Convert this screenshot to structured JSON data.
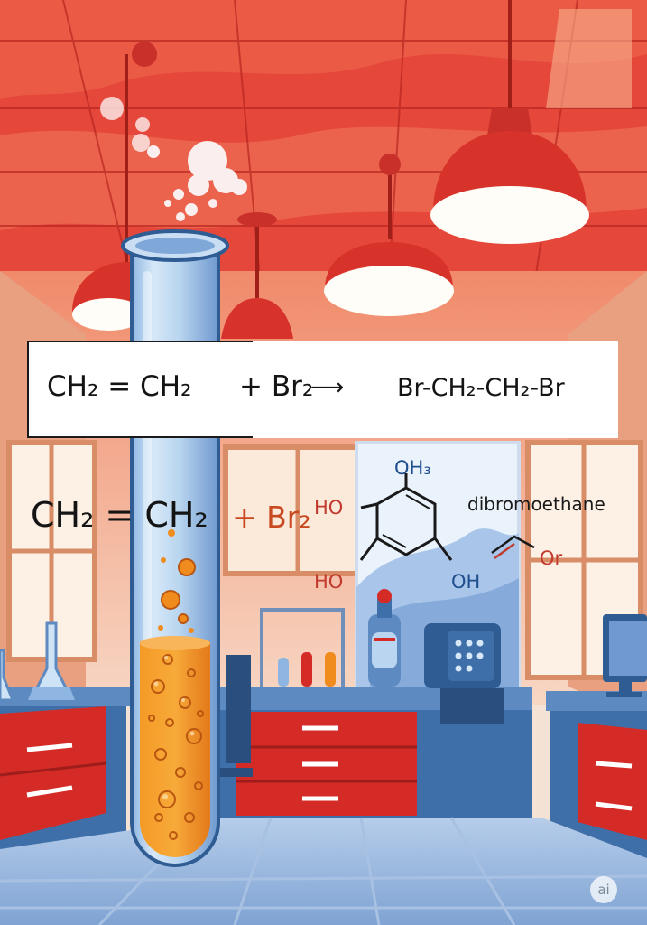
{
  "equation_main": {
    "reactant_1": "CH₂ = CH₂",
    "plus_1": "+ Br₂",
    "product": "Br-CH₂-CH₂-Br"
  },
  "equation_secondary": {
    "reactant": "CH₂ = CH₂",
    "plus_reagent": "+ Br₂"
  },
  "structure_labels": {
    "top": "OH₃",
    "left_upper": "HO",
    "left_lower": "HO",
    "right_lower": "OH",
    "name": "dibromoethane",
    "fragment": "Or"
  },
  "watermark": "ai",
  "colors": {
    "ceiling_red": "#e8463a",
    "lamp_red": "#d8332b",
    "liquid_orange": "#f08c1e",
    "cabinet_red": "#d52b27",
    "counter_blue": "#3f6fa8",
    "floor_blue": "#8fb3de"
  }
}
